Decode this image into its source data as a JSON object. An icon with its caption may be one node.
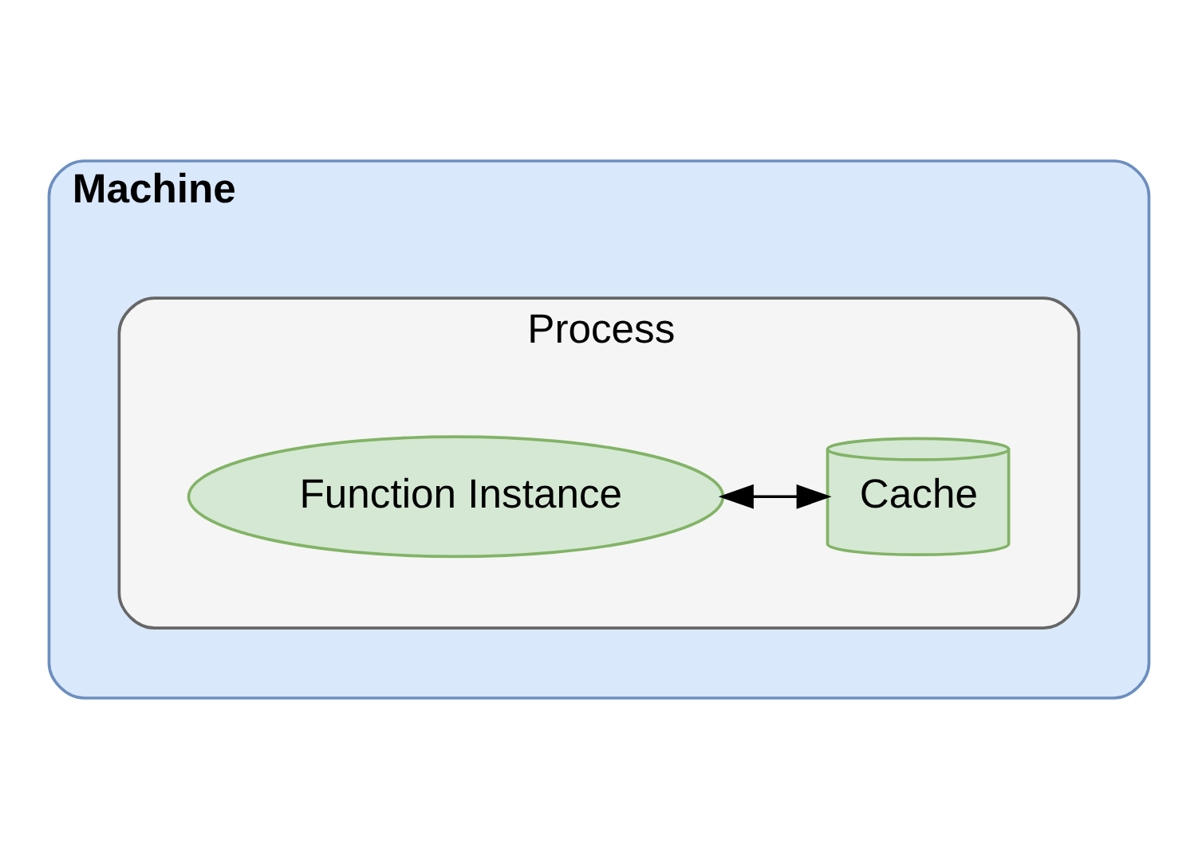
{
  "diagram": {
    "nodes": [
      {
        "text": [
          "Machine"
        ]
      },
      {
        "text": [
          "Process"
        ],
        "in": 0
      },
      {
        "text": [
          "Function Instance"
        ],
        "in": 1
      },
      {
        "text": [
          "Cache"
        ],
        "in": 1
      }
    ],
    "edges": [
      {
        "from": 2,
        "to": 3,
        "arrow": "both"
      }
    ]
  }
}
